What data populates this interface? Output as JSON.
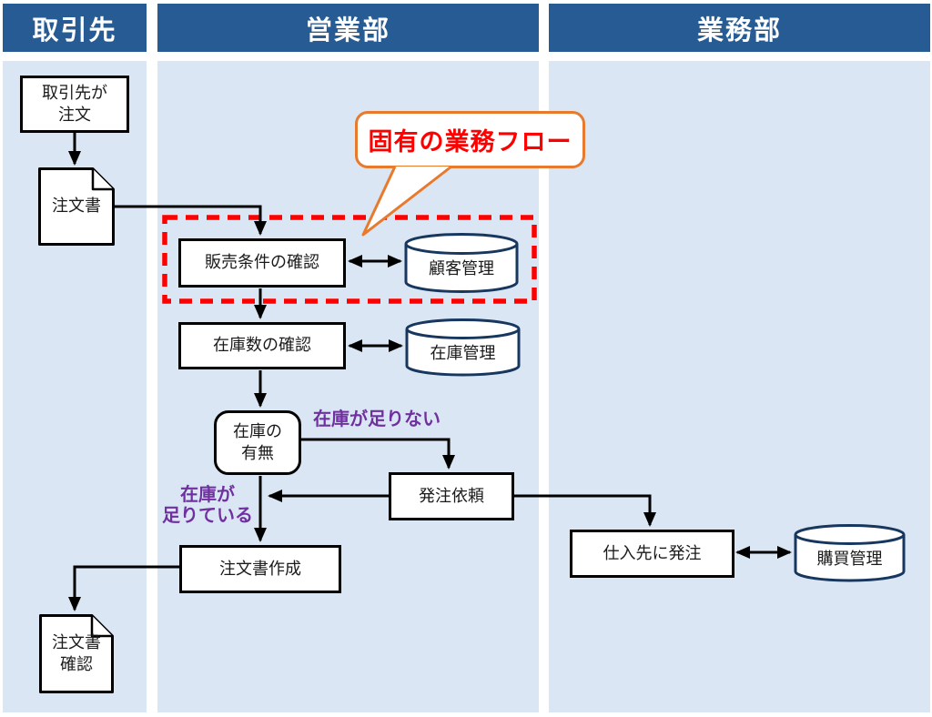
{
  "colors": {
    "header_bg": "#265B94",
    "lane_bg": "#DAE6F3",
    "box_border": "#000000",
    "db_border": "#17375E",
    "dashed_highlight": "#FF0000",
    "callout_border": "#E87A2E",
    "callout_text": "#FF0000",
    "branch_label": "#7030A0"
  },
  "lanes": [
    {
      "label": "取引先"
    },
    {
      "label": "営業部"
    },
    {
      "label": "業務部"
    }
  ],
  "callout": {
    "label": "固有の業務フロー"
  },
  "nodes": {
    "partner_order": {
      "label": "取引先が\n注文",
      "type": "process"
    },
    "order_doc": {
      "label": "注文書",
      "type": "document"
    },
    "check_sales_terms": {
      "label": "販売条件の確認",
      "type": "process"
    },
    "customer_db": {
      "label": "顧客管理",
      "type": "database"
    },
    "check_stock": {
      "label": "在庫数の確認",
      "type": "process"
    },
    "inventory_db": {
      "label": "在庫管理",
      "type": "database"
    },
    "stock_decision": {
      "label": "在庫の\n有無",
      "type": "decision"
    },
    "order_request": {
      "label": "発注依頼",
      "type": "process"
    },
    "create_order": {
      "label": "注文書作成",
      "type": "process"
    },
    "order_confirm_doc": {
      "label": "注文書\n確認",
      "type": "document"
    },
    "order_to_supplier": {
      "label": "仕入先に発注",
      "type": "process"
    },
    "purchase_db": {
      "label": "購買管理",
      "type": "database"
    }
  },
  "branch_labels": {
    "insufficient": "在庫が足りない",
    "sufficient": "在庫が\n足りている"
  }
}
